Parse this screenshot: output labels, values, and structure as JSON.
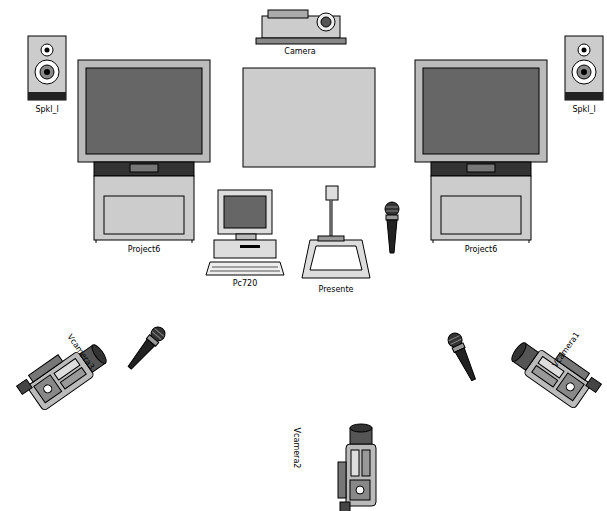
{
  "diagram": {
    "labels": [
      "Camera",
      "Spkl_l",
      "Spkl_l",
      "Project6",
      "Project6",
      "Pc720",
      "Presente",
      "Vcamera3",
      "Vcamera1",
      "Vcamera2"
    ]
  }
}
